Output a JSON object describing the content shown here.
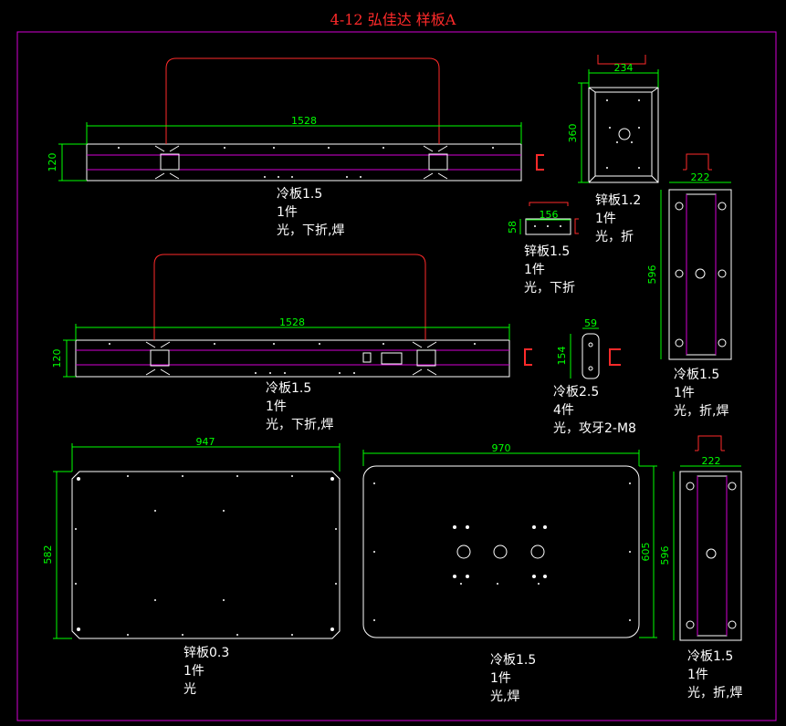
{
  "title": "4-12 弘佳达 样板A",
  "colors": {
    "background": "#000000",
    "border": "#d400d4",
    "line": "#ffffff",
    "dimension": "#00ff00",
    "accent": "#ff2a2a",
    "center_line": "#d400d4"
  },
  "dimensions": {
    "d1528_top": "1528",
    "d120_top": "120",
    "d1528_mid": "1528",
    "d120_mid": "120",
    "d234": "234",
    "d360": "360",
    "d156": "156",
    "d58": "58",
    "d59": "59",
    "d154": "154",
    "d222_top": "222",
    "d596_top": "596",
    "d947": "947",
    "d582": "582",
    "d970": "970",
    "d605": "605",
    "d222_bottom": "222",
    "d596_bottom": "596"
  },
  "parts": {
    "long_top": {
      "material": "冷板1.5",
      "qty": "1件",
      "process": "光，下折,焊"
    },
    "long_mid": {
      "material": "冷板1.5",
      "qty": "1件",
      "process": "光，下折,焊"
    },
    "bracket_234": {
      "material": "锌板1.2",
      "qty": "1件",
      "process": "光，折"
    },
    "small_156": {
      "material": "锌板1.5",
      "qty": "1件",
      "process": "光，下折"
    },
    "tab_59": {
      "material": "冷板2.5",
      "qty": "4件",
      "process": "光，攻牙2-M8"
    },
    "channel_top": {
      "material": "冷板1.5",
      "qty": "1件",
      "process": "光，折,焊"
    },
    "panel_947": {
      "material": "锌板0.3",
      "qty": "1件",
      "process": "光"
    },
    "panel_970": {
      "material": "冷板1.5",
      "qty": "1件",
      "process": "光,焊"
    },
    "channel_bottom": {
      "material": "冷板1.5",
      "qty": "1件",
      "process": "光，折,焊"
    }
  }
}
